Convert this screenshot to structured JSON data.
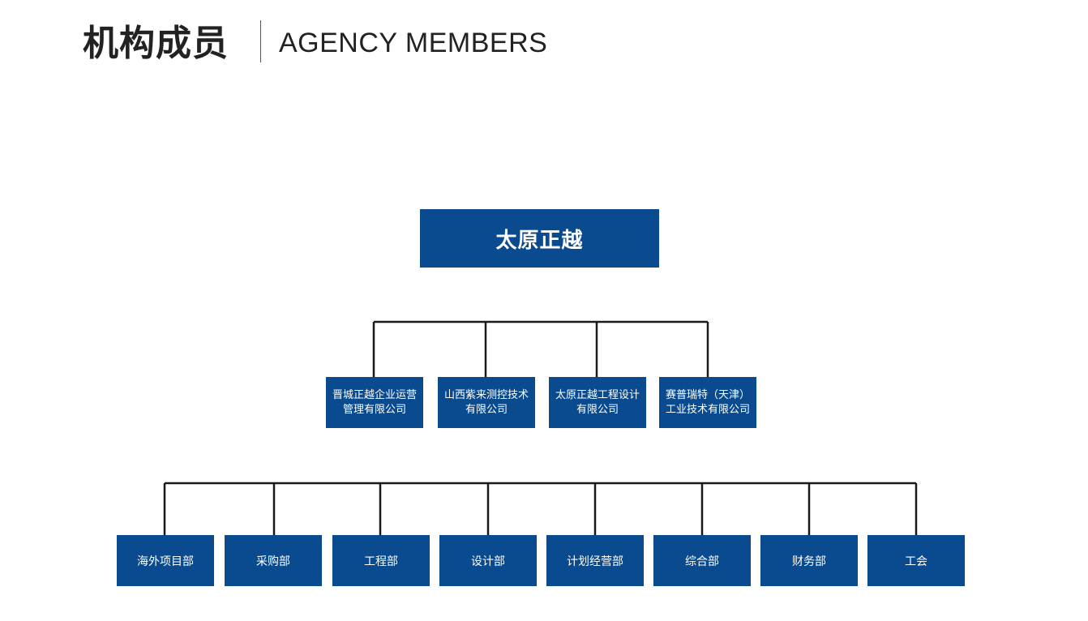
{
  "header": {
    "title_cn": "机构成员",
    "title_en": "AGENCY MEMBERS"
  },
  "org": {
    "root": "太原正越",
    "subsidiaries": [
      "晋城正越企业运营管理有限公司",
      "山西紫来测控技术有限公司",
      "太原正越工程设计有限公司",
      "赛普瑞特（天津）工业技术有限公司"
    ],
    "departments": [
      "海外项目部",
      "采购部",
      "工程部",
      "设计部",
      "计划经营部",
      "综合部",
      "财务部",
      "工会"
    ]
  },
  "colors": {
    "box_fill": "#0a4a8e",
    "connector": "#1a1a1a"
  }
}
